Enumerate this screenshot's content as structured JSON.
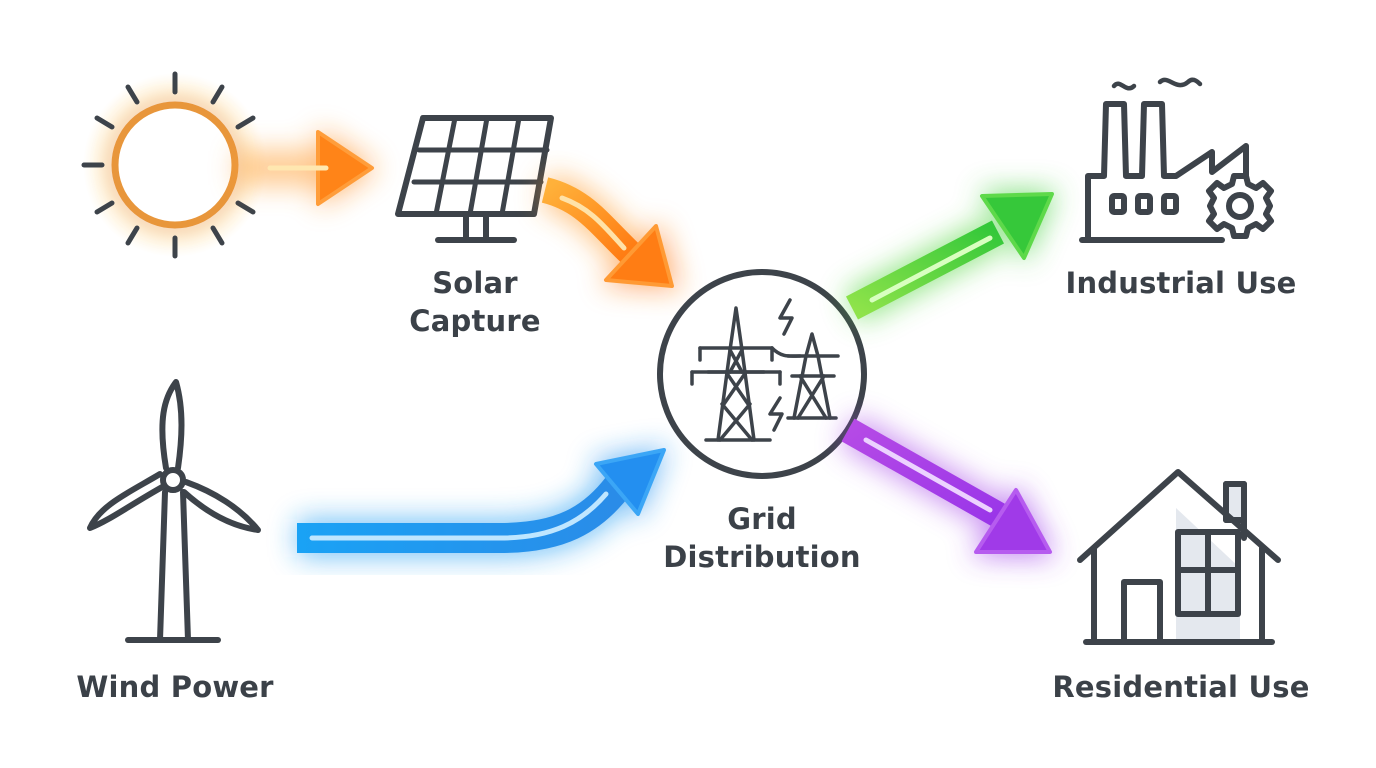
{
  "nodes": {
    "solar": {
      "line1": "Solar",
      "line2": "Capture"
    },
    "wind": {
      "label": "Wind Power"
    },
    "grid": {
      "line1": "Grid",
      "line2": "Distribution"
    },
    "industrial": {
      "label": "Industrial Use"
    },
    "residential": {
      "label": "Residential Use"
    }
  },
  "colors": {
    "sun": "#f0a23a",
    "solar_flow": "#ff8a1c",
    "wind_flow": "#1f8ff0",
    "industrial_flow": "#3fcf3a",
    "residential_flow": "#a43ce6",
    "icon_stroke": "#3d434a"
  }
}
